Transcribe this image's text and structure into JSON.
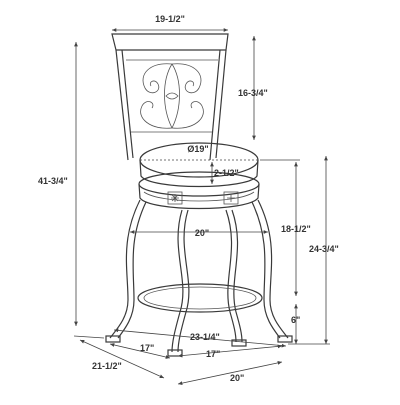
{
  "colors": {
    "line": "#3a3a3a",
    "dimension": "#444444",
    "label": "#333333"
  },
  "dimensions": {
    "back_width": "19-1/2\"",
    "backrest_height": "16-3/4\"",
    "total_height": "41-3/4\"",
    "seat_diameter": "Ø19\"",
    "cushion_thickness": "2-1/2\"",
    "inner_width": "20\"",
    "seat_height": "18-1/2\"",
    "base_to_seat_height": "24-3/4\"",
    "footrest_height": "6\"",
    "base_diagonal": "23-1/4\"",
    "base_depth_inner": "17\"",
    "base_width_inner": "17\"",
    "base_depth_outer": "21-1/2\"",
    "base_width_outer": "20\""
  }
}
